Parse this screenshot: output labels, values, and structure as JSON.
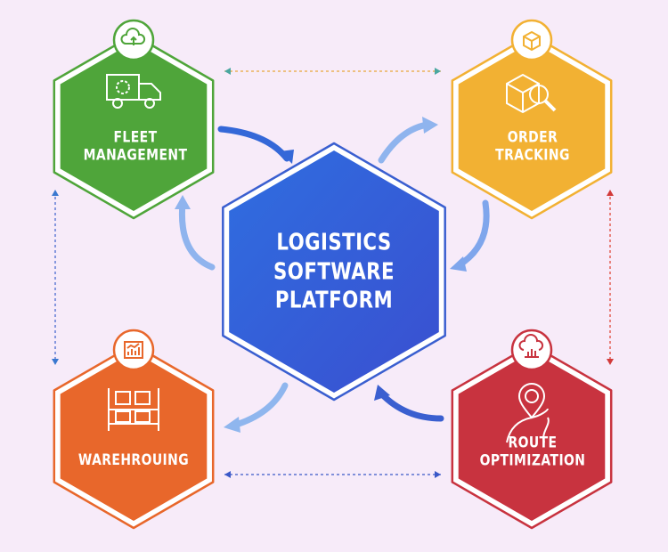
{
  "center": {
    "lines": [
      "LOGISTICS",
      "SOFTWARE",
      "PLATFORM"
    ],
    "color": "#3463da"
  },
  "modules": [
    {
      "id": "fleet",
      "lines": [
        "FLEET",
        "MANAGEMENT"
      ],
      "color": "#4fa53a",
      "icon": "truck-gear-icon",
      "badge_icon": "cloud-upload-icon"
    },
    {
      "id": "order",
      "lines": [
        "ORDER",
        "TRACKING"
      ],
      "color": "#f2b133",
      "icon": "box-search-icon",
      "badge_icon": "box-icon"
    },
    {
      "id": "warehouse",
      "lines": [
        "WAREHROUING"
      ],
      "color": "#e8672b",
      "icon": "warehouse-shelf-icon",
      "badge_icon": "bar-chart-icon"
    },
    {
      "id": "route",
      "lines": [
        "ROUTE",
        "OPTIMIZATION"
      ],
      "color": "#c8333f",
      "icon": "map-pin-route-icon",
      "badge_icon": "cloud-chart-icon"
    }
  ]
}
